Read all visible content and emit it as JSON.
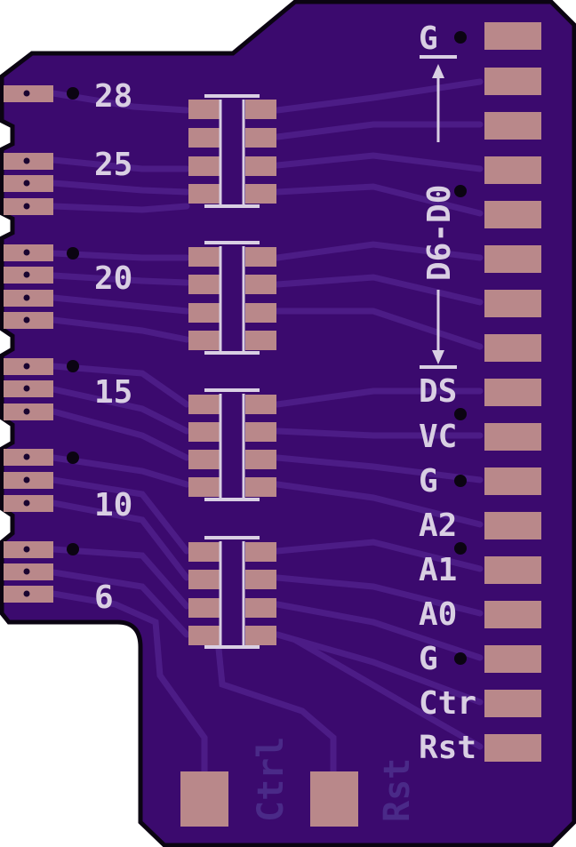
{
  "colors": {
    "board": "#3b0a6e",
    "outline": "#0b0412",
    "trace": "#4c1c86",
    "pad": "#b9888a",
    "silk": "#d9cfe3",
    "silk_dim": "#4a2a88"
  },
  "left_pin_numbers": [
    "28",
    "25",
    "20",
    "15",
    "10",
    "6"
  ],
  "data_bus_label": "D6-D0",
  "right_labels": [
    "G",
    "DS",
    "VC",
    "G",
    "A2",
    "A1",
    "A0",
    "G",
    "Ctr",
    "Rst"
  ],
  "bottom_labels": [
    "Ctrl",
    "Rst"
  ]
}
